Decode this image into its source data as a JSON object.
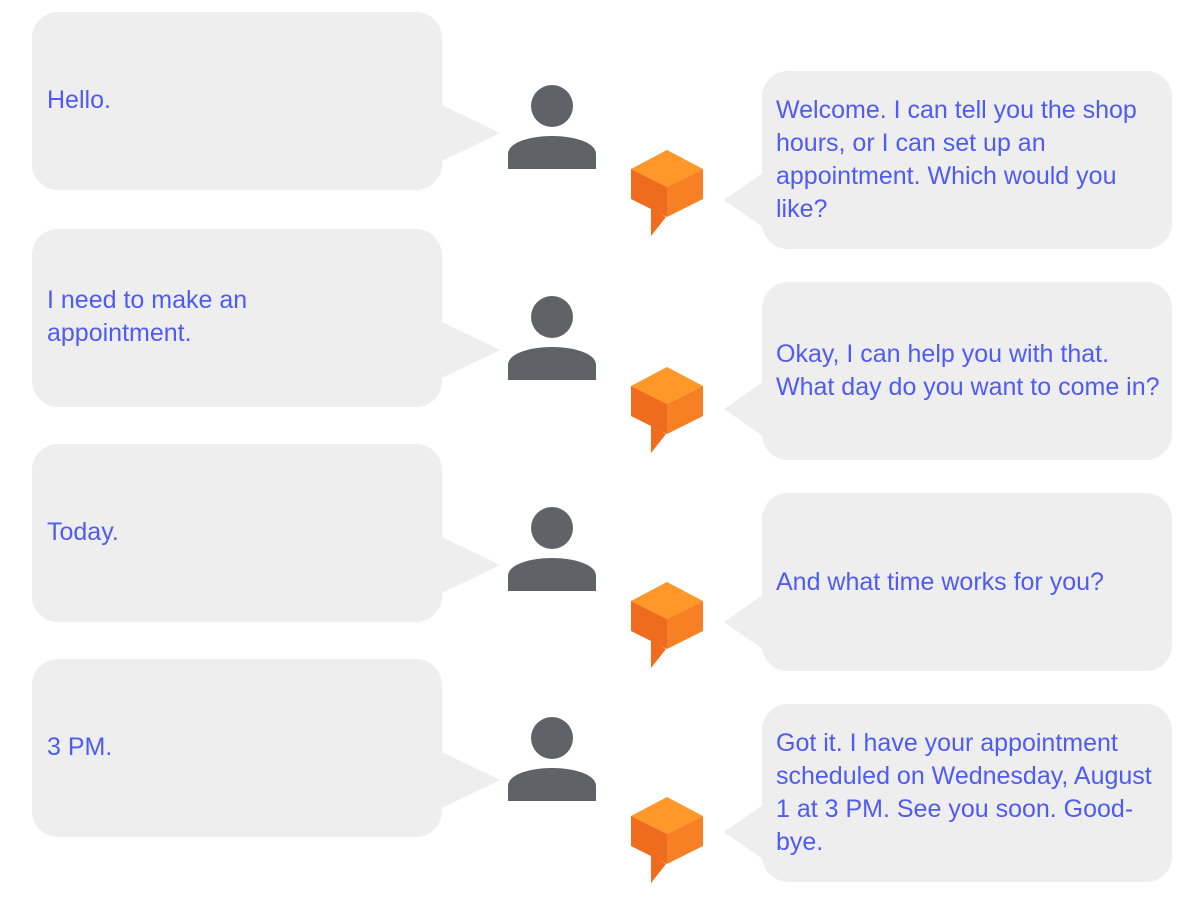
{
  "colors": {
    "bubble_background": "#eeeeee",
    "message_text": "#4f5bf2",
    "user_icon": "#5f6368",
    "agent_icon_light": "#ff9828",
    "agent_icon_dark": "#ef6c1e"
  },
  "icons": {
    "user": "person-icon",
    "agent": "speech-cube-icon"
  },
  "conversation": [
    {
      "user": "Hello.",
      "agent": "Welcome. I can tell you the shop hours, or I can set up an appointment. Which would you like?"
    },
    {
      "user": "I need to make an appointment.",
      "agent": "Okay, I can help you with that. What day do you want to come in?"
    },
    {
      "user": "Today.",
      "agent": "And what time works for you?"
    },
    {
      "user": "3 PM.",
      "agent": "Got it. I have your appointment scheduled on Wednesday, August 1 at 3 PM. See you soon. Good-bye."
    }
  ]
}
